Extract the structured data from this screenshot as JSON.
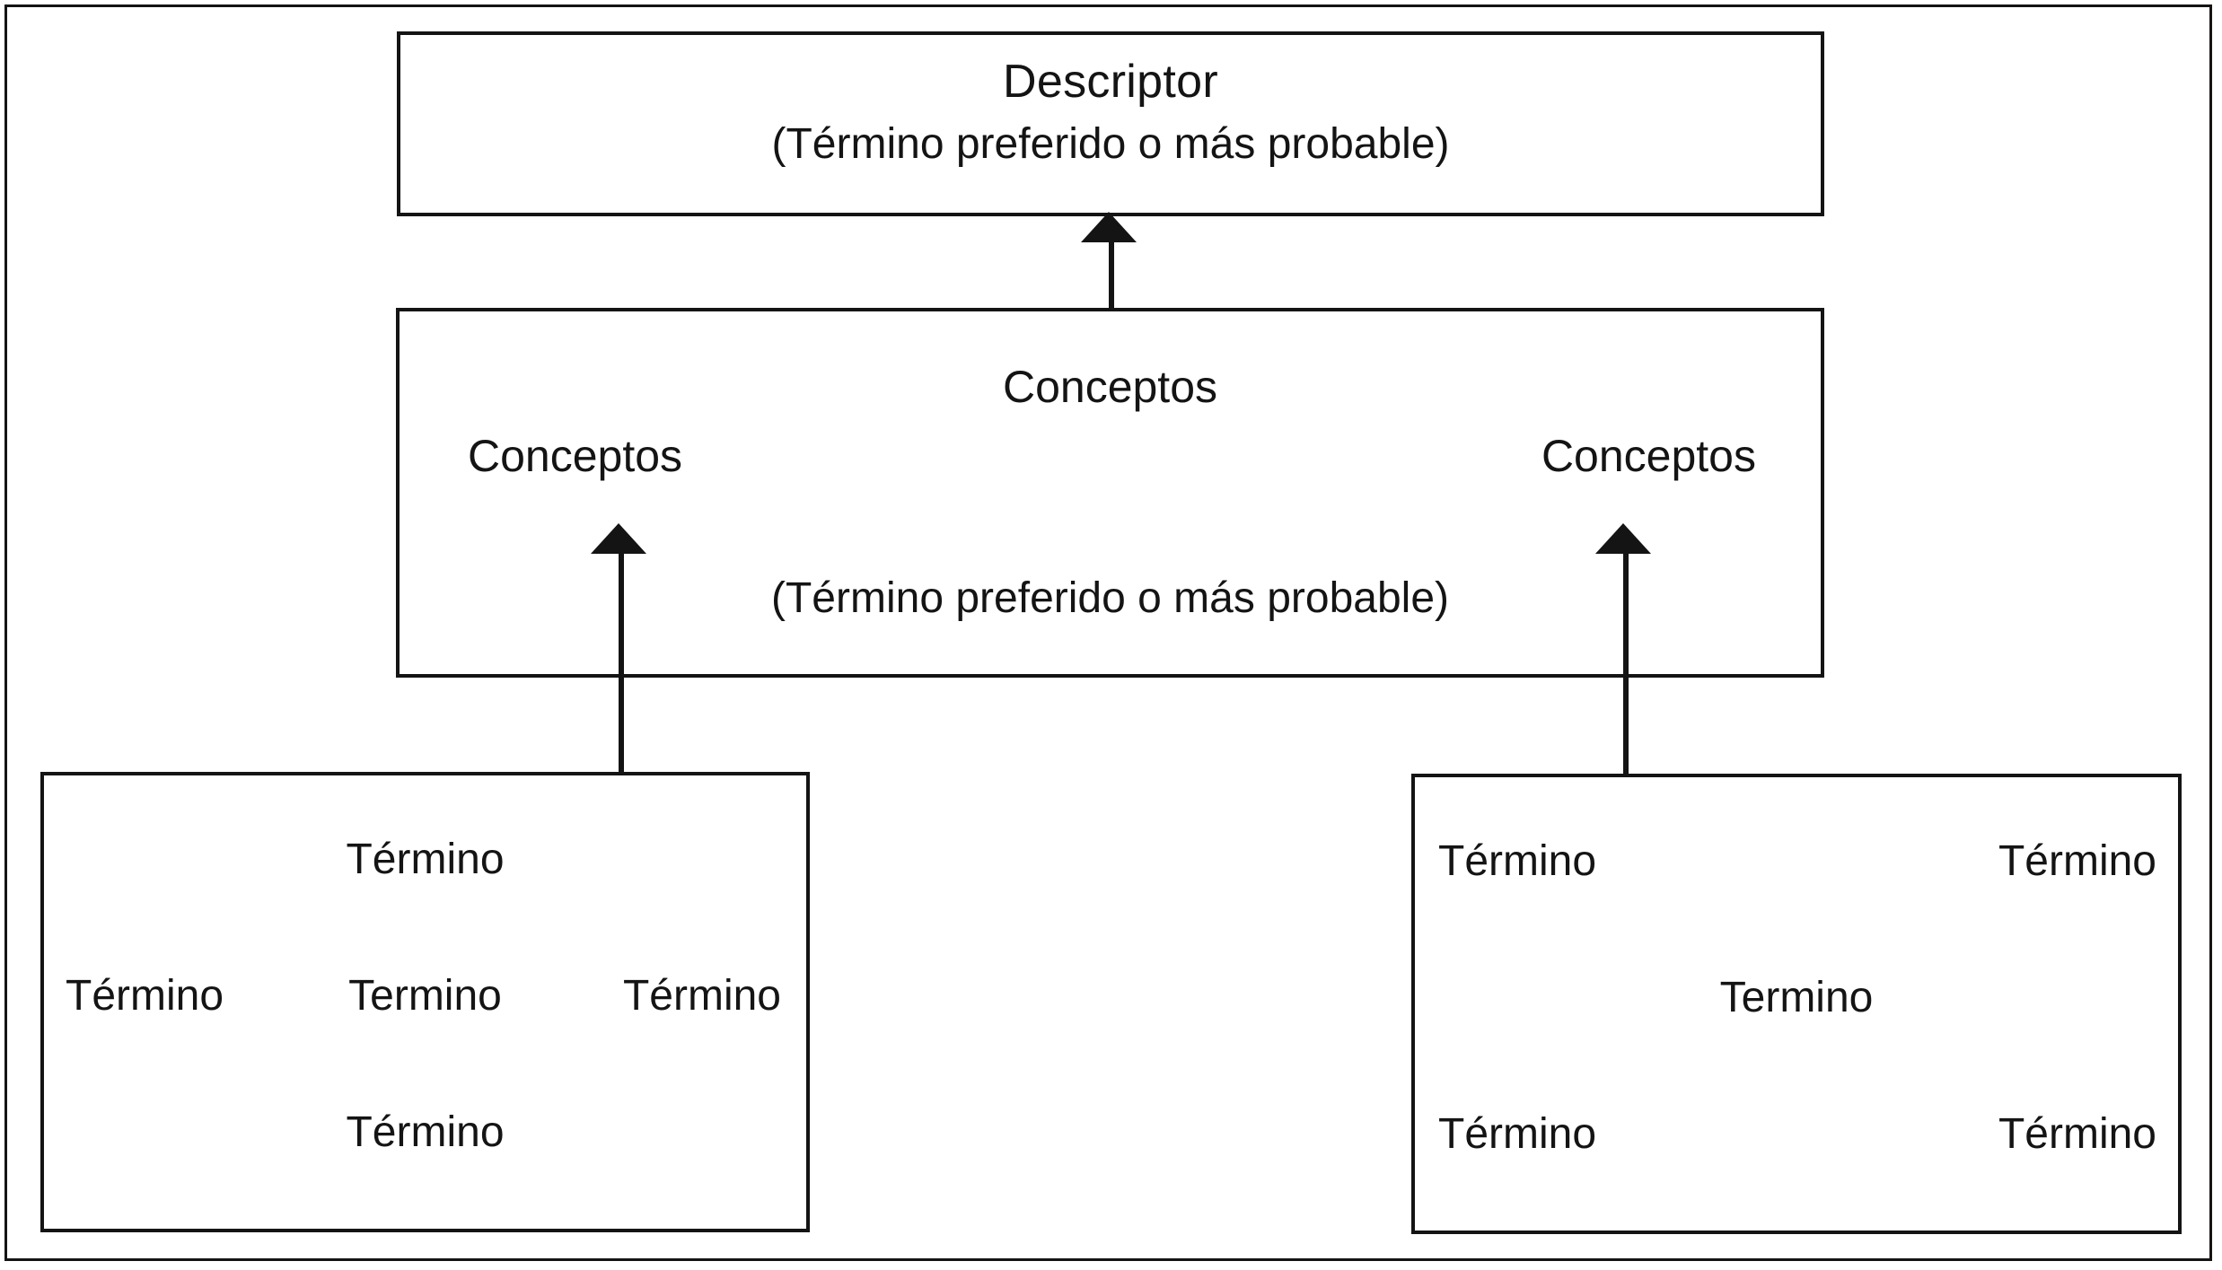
{
  "diagram": {
    "descriptor_node": {
      "title": "Descriptor",
      "subtitle": "(Término preferido o más probable)"
    },
    "conceptos_node": {
      "title": "Conceptos",
      "left_label": "Conceptos",
      "right_label": "Conceptos",
      "subtitle": "(Término preferido o más probable)"
    },
    "terms_left_node": {
      "top": "Término",
      "left": "Término",
      "center": "Termino",
      "right": "Término",
      "bottom": "Término"
    },
    "terms_right_node": {
      "top_left": "Término",
      "top_right": "Término",
      "center": "Termino",
      "bottom_left": "Término",
      "bottom_right": "Término"
    },
    "colors": {
      "stroke": "#141414",
      "background": "#ffffff"
    }
  }
}
